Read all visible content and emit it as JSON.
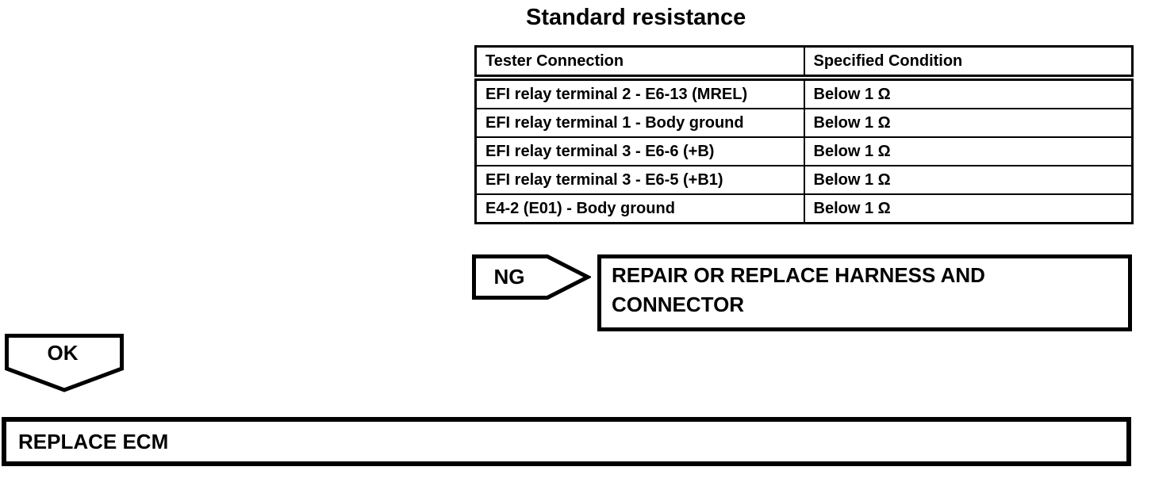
{
  "page": {
    "title": "Standard resistance"
  },
  "table": {
    "headers": [
      "Tester Connection",
      "Specified Condition"
    ],
    "rows": [
      [
        "EFI relay terminal 2 - E6-13 (MREL)",
        "Below 1 Ω"
      ],
      [
        "EFI relay terminal 1 - Body ground",
        "Below 1 Ω"
      ],
      [
        "EFI relay terminal 3 - E6-6 (+B)",
        "Below 1 Ω"
      ],
      [
        "EFI relay terminal 3 - E6-5 (+B1)",
        "Below 1 Ω"
      ],
      [
        "E4-2 (E01) - Body ground",
        "Below 1 Ω"
      ]
    ]
  },
  "flowchart": {
    "ng": {
      "label": "NG",
      "action": "REPAIR OR REPLACE HARNESS AND CONNECTOR"
    },
    "ok": {
      "label": "OK",
      "action": "REPLACE ECM"
    }
  },
  "colors": {
    "ink": "#000000",
    "paper": "#ffffff"
  }
}
